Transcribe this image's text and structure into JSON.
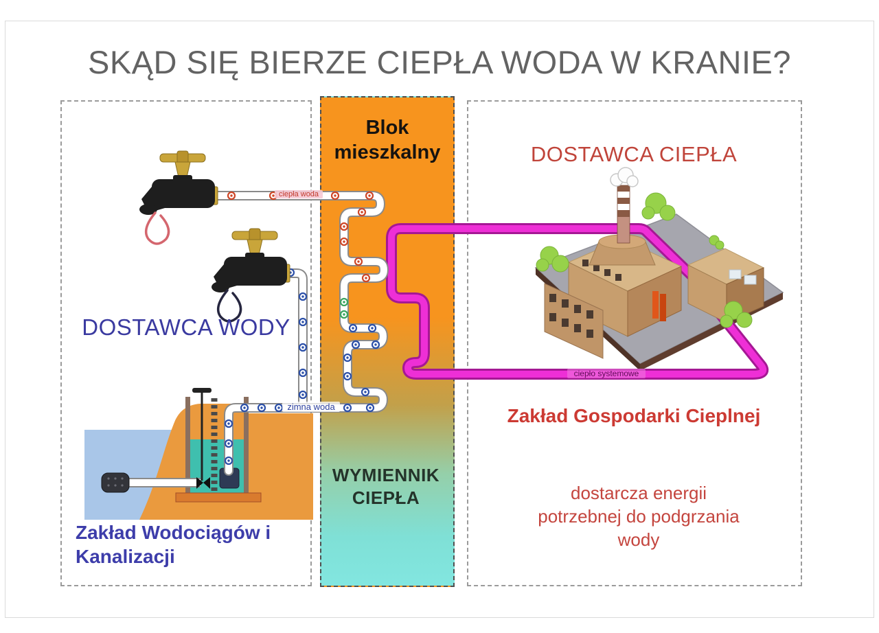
{
  "title": "SKĄD SIĘ BIERZE CIEPŁA WODA W KRANIE?",
  "middle_column": {
    "top_label_lines": [
      "Blok",
      "mieszkalny"
    ],
    "bottom_label_lines": [
      "WYMIENNIK",
      "CIEPŁA"
    ]
  },
  "left_panel": {
    "title": "DOSTAWCA WODY",
    "caption_lines": [
      "Zakład Wodociągów i",
      "Kanalizacji"
    ],
    "hot_pipe_label": "ciepła woda",
    "cold_pipe_label": "zimna woda"
  },
  "right_panel": {
    "title": "DOSTAWCA CIEPŁA",
    "company": "Zakład Gospodarki Cieplnej",
    "description_lines": [
      "dostarcza energii",
      "potrzebnej do podgrzania",
      "wody"
    ],
    "heat_pipe_label": "ciepło systemowe"
  },
  "colors": {
    "title_gray": "#636363",
    "block_orange": "#f7941e",
    "exchanger_teal": "#7fe0d6",
    "district_heat_magenta": "#ee2fd6",
    "hot_dot_red": "#cf4626",
    "cold_dot_blue": "#2b4fa8",
    "warming_dot_green": "#3aa55f",
    "red_text": "#c0443a",
    "blue_text": "#3a3aa0",
    "water_blue": "#a9c6e8",
    "ground_orange": "#ea9a3e",
    "tank_teal": "#3fbfae"
  }
}
